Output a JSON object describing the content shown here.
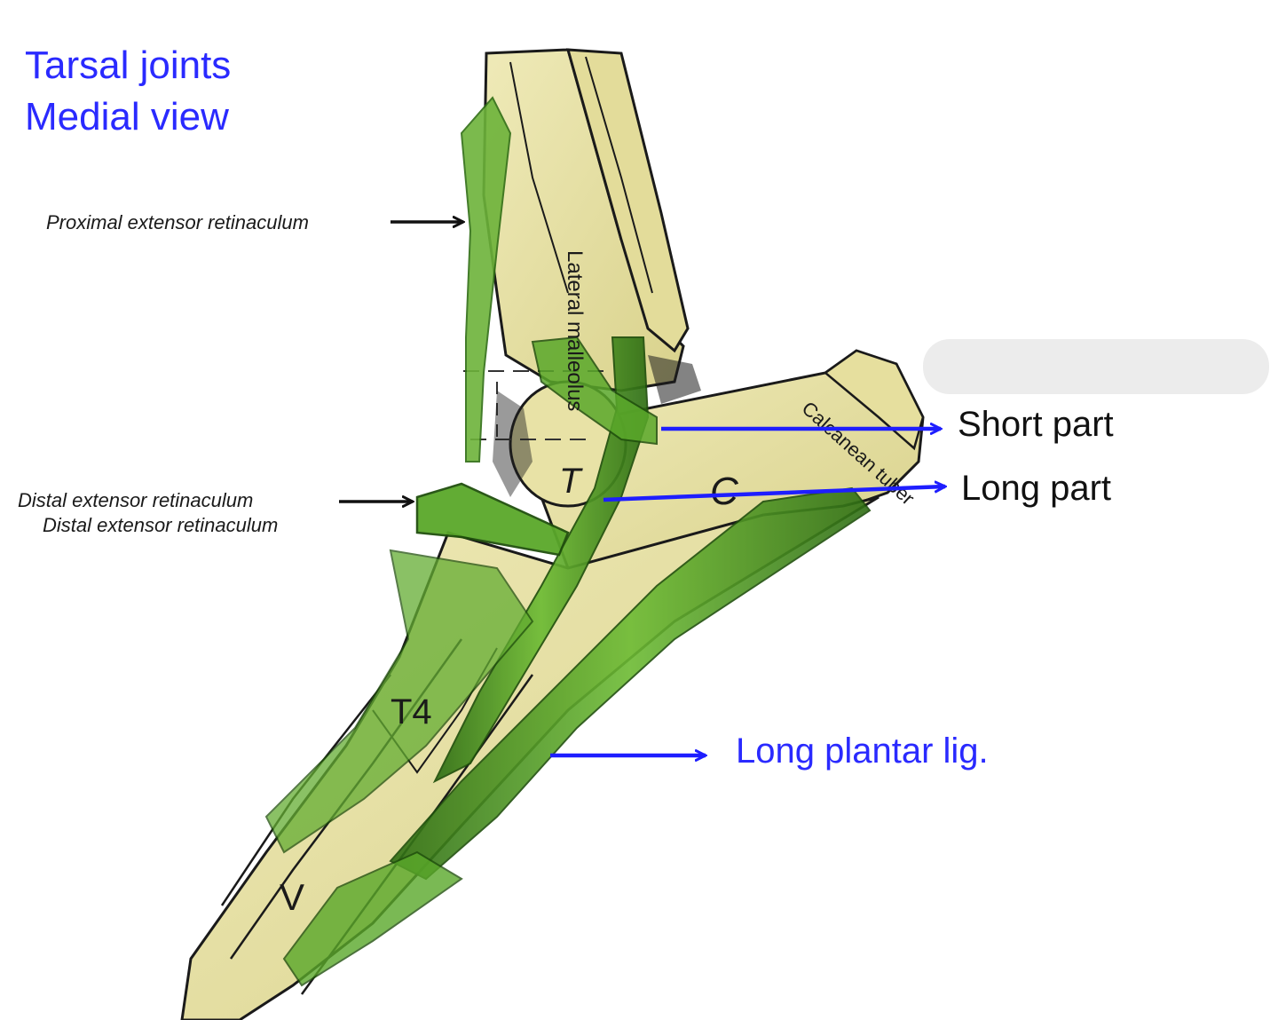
{
  "header": {
    "title": "Tarsal joints",
    "subtitle": "Medial view"
  },
  "labels": {
    "proximal_retinaculum": "Proximal extensor retinaculum",
    "distal_retinaculum_1": "Distal extensor retinaculum",
    "distal_retinaculum_2": "Distal extensor retinaculum",
    "short_part": "Short part",
    "long_part": "Long part",
    "long_plantar": "Long plantar lig."
  },
  "bone_labels": {
    "lateral_malleolus": "Lateral malleolus",
    "calcanean_tuber": "Calcanean tuber",
    "talus": "T",
    "calcaneus": "C",
    "fourth_tarsal": "T4",
    "metatarsal_v": "V"
  },
  "colors": {
    "title": "#2a2aff",
    "arrow_blue": "#1e1eff",
    "arrow_black": "#111111",
    "bone": "#e8e2a6",
    "bone_shadow": "#c9c27a",
    "ligament": "#5aa82a",
    "ligament_dark": "#2f6e14",
    "outline": "#1a1a1a"
  }
}
